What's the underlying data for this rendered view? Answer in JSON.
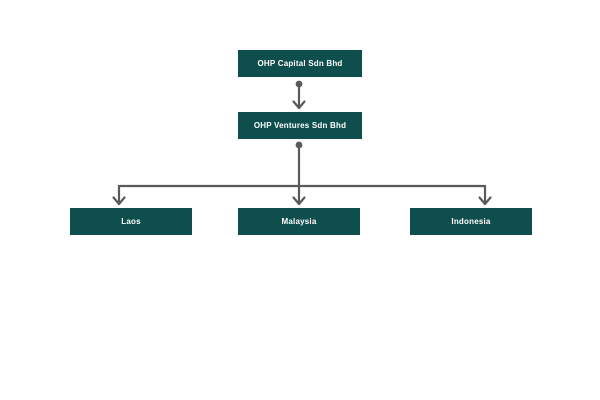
{
  "colors": {
    "background": "#ffffff",
    "box-bg": "#0e4e4d",
    "box-text": "#ffffff",
    "connector": "#595a5c"
  },
  "org_chart": {
    "type": "hierarchy",
    "root": {
      "label": "OHP Capital Sdn Bhd"
    },
    "intermediate": {
      "label": "OHP Ventures Sdn Bhd"
    },
    "children": [
      {
        "label": "Laos"
      },
      {
        "label": "Malaysia"
      },
      {
        "label": "Indonesia"
      }
    ]
  }
}
